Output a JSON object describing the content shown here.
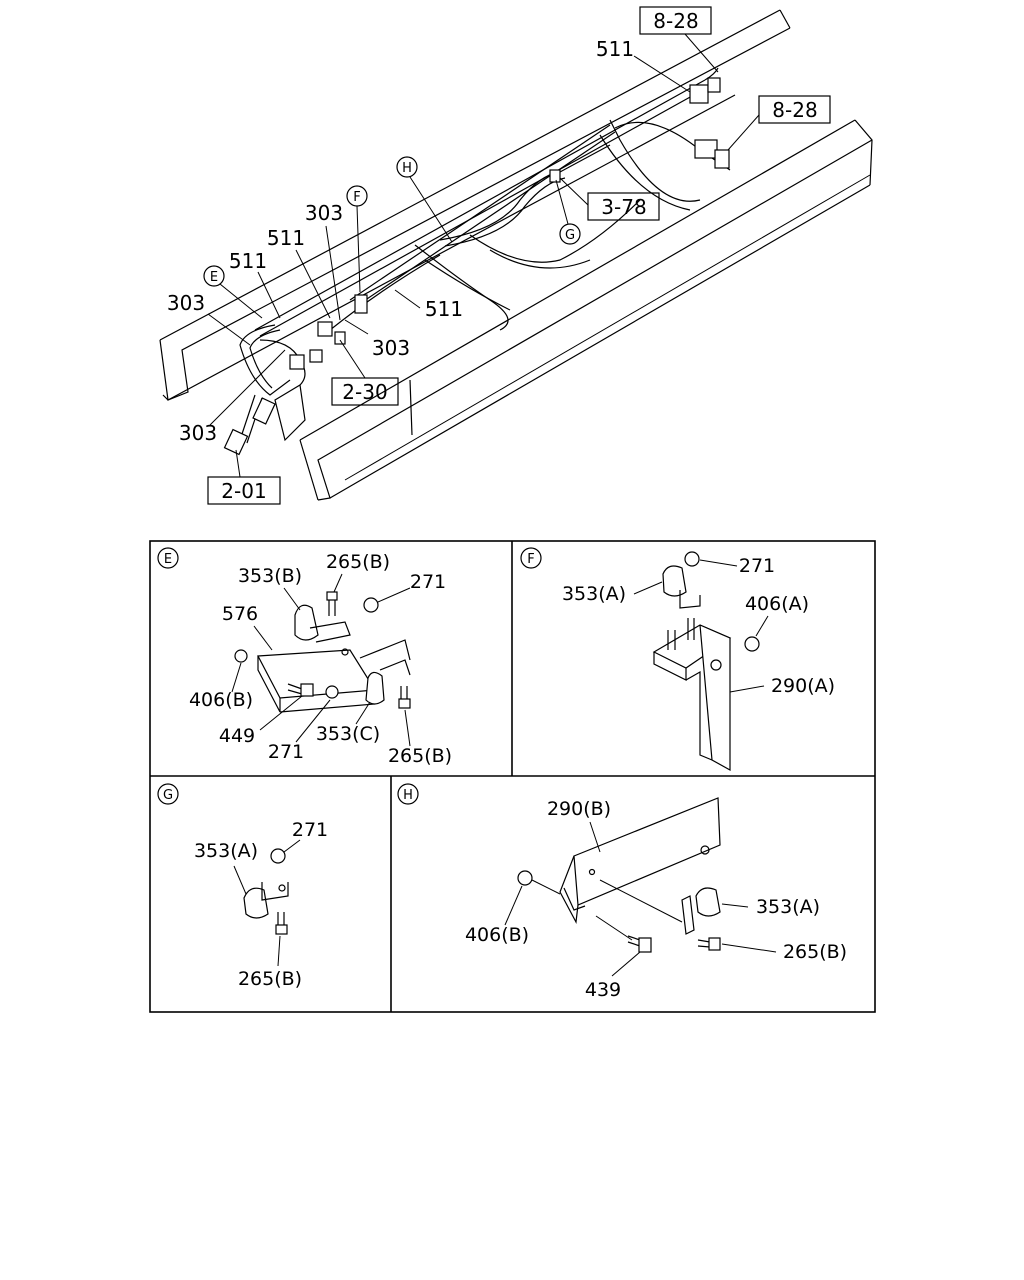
{
  "main_view": {
    "ref_8_28_top": "8-28",
    "ref_8_28_right": "8-28",
    "ref_3_78": "3-78",
    "ref_2_30": "2-30",
    "ref_2_01": "2-01",
    "labels": {
      "p511_top": "511",
      "p511_a": "511",
      "p511_b": "511",
      "p511_c": "511",
      "p303_a": "303",
      "p303_b": "303",
      "p303_c": "303",
      "p303_d": "303"
    },
    "callouts": {
      "E": "E",
      "F": "F",
      "G": "G",
      "H": "H"
    }
  },
  "panel_e": {
    "marker": "E",
    "labels": {
      "p353b": "353(B)",
      "p265b_top": "265(B)",
      "p271_top": "271",
      "p576": "576",
      "p406b": "406(B)",
      "p449": "449",
      "p271_bottom": "271",
      "p353c": "353(C)",
      "p265b_bottom": "265(B)"
    }
  },
  "panel_f": {
    "marker": "F",
    "labels": {
      "p271": "271",
      "p353a": "353(A)",
      "p406a": "406(A)",
      "p290a": "290(A)"
    }
  },
  "panel_g": {
    "marker": "G",
    "labels": {
      "p271": "271",
      "p353a": "353(A)",
      "p265b": "265(B)"
    }
  },
  "panel_h": {
    "marker": "H",
    "labels": {
      "p290b": "290(B)",
      "p406b": "406(B)",
      "p353a": "353(A)",
      "p265b": "265(B)",
      "p439": "439"
    }
  }
}
